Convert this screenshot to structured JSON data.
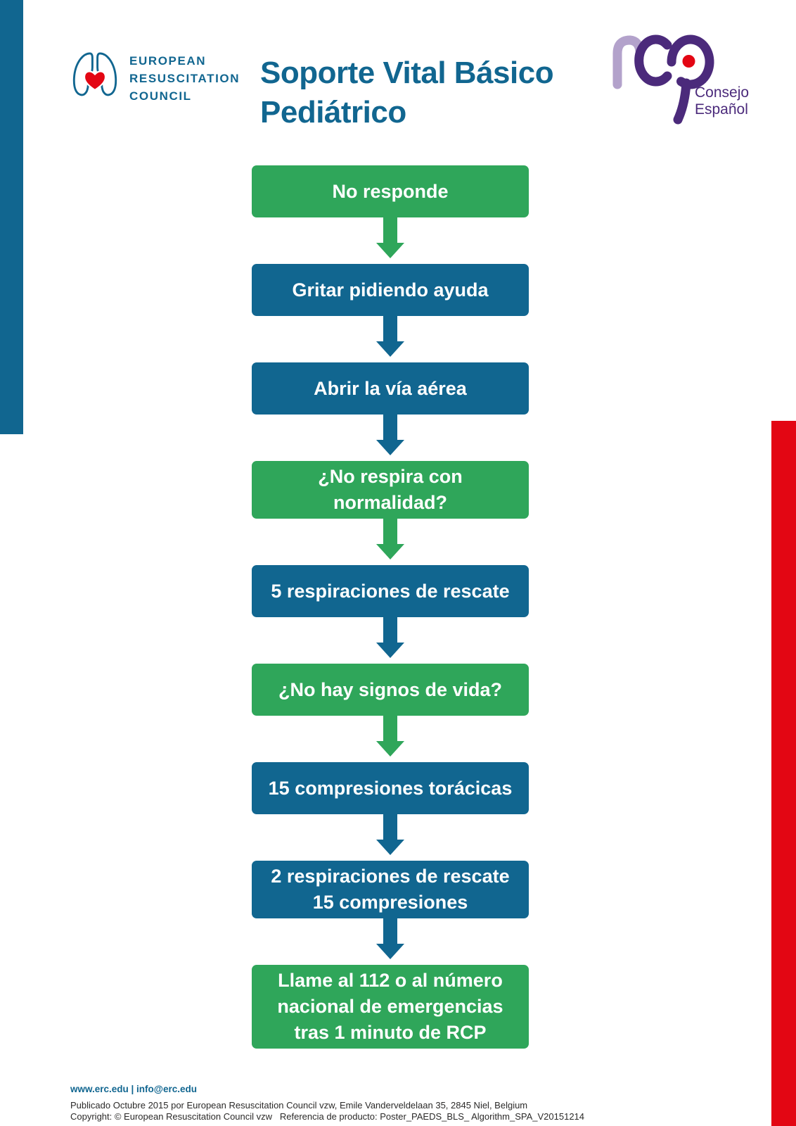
{
  "header": {
    "erc_org_name": "EUROPEAN RESUSCITATION COUNCIL",
    "title": "Soporte Vital Básico Pediátrico",
    "rcp_council": "Consejo\nEspañol"
  },
  "flowchart": {
    "steps": [
      {
        "label": "No responde",
        "color": "green"
      },
      {
        "label": "Gritar pidiendo ayuda",
        "color": "blue"
      },
      {
        "label": "Abrir la vía aérea",
        "color": "blue"
      },
      {
        "label": "¿No respira con normalidad?",
        "color": "green"
      },
      {
        "label": "5 respiraciones de rescate",
        "color": "blue"
      },
      {
        "label": "¿No hay signos de vida?",
        "color": "green"
      },
      {
        "label": "15 compresiones torácicas",
        "color": "blue"
      },
      {
        "label": "2 respiraciones de rescate\n15 compresiones",
        "color": "blue"
      },
      {
        "label": "Llame al 112 o al número\nnacional de emergencias\ntras 1 minuto de RCP",
        "color": "green"
      }
    ]
  },
  "footer": {
    "links": "www.erc.edu | info@erc.edu",
    "published": "Publicado Octubre 2015 por European Resuscitation Council vzw, Emile Vanderveldelaan 35, 2845 Niel, Belgium",
    "copyright": "Copyright: © European Resuscitation Council vzw   Referencia de producto: Poster_PAEDS_BLS_ Algorithm_SPA_V20151214"
  },
  "colors": {
    "green": "#2fa65a",
    "blue": "#116690",
    "red": "#e30613",
    "purple": "#4b2a7b",
    "lavender": "#b3a2cb",
    "footer_text": "#2b2a29"
  }
}
